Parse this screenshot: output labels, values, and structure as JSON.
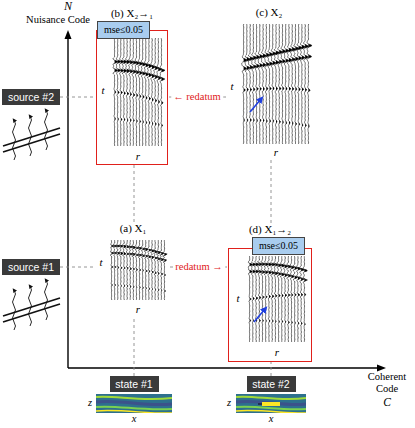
{
  "diagram": {
    "nodes": [
      {
        "text": [
          "(b) X₂→₁"
        ]
      },
      {
        "text": [
          "mse≤0.05"
        ]
      },
      {
        "text": [
          "(c) X₂"
        ]
      },
      {
        "text": [
          "source #2"
        ]
      },
      {
        "text": [
          "(a) X₁"
        ]
      },
      {
        "text": [
          "source #1"
        ]
      },
      {
        "text": [
          "(d) X₁→₂"
        ]
      },
      {
        "text": [
          "mse≤0.05"
        ]
      },
      {
        "text": [
          "state #1"
        ]
      },
      {
        "text": [
          "state #2"
        ]
      }
    ],
    "edges": [
      {
        "from": 3,
        "to": 0,
        "arrow": "none"
      },
      {
        "from": 2,
        "to": 0,
        "label": "← redatum",
        "arrow": "none"
      },
      {
        "from": 5,
        "to": 4,
        "arrow": "none"
      },
      {
        "from": 4,
        "to": 6,
        "label": "redatum →",
        "arrow": "none"
      },
      {
        "from": 8,
        "to": 4,
        "arrow": "none"
      },
      {
        "from": 4,
        "to": 0,
        "arrow": "none"
      },
      {
        "from": 9,
        "to": 6,
        "arrow": "none"
      },
      {
        "from": 6,
        "to": 2,
        "arrow": "none"
      }
    ],
    "labels": [
      "N",
      "Nuisance Code",
      "t",
      "r",
      "t",
      "r",
      "t",
      "r",
      "t",
      "r",
      "Coherent Code",
      "C",
      "z",
      "x",
      "z",
      "x"
    ]
  }
}
